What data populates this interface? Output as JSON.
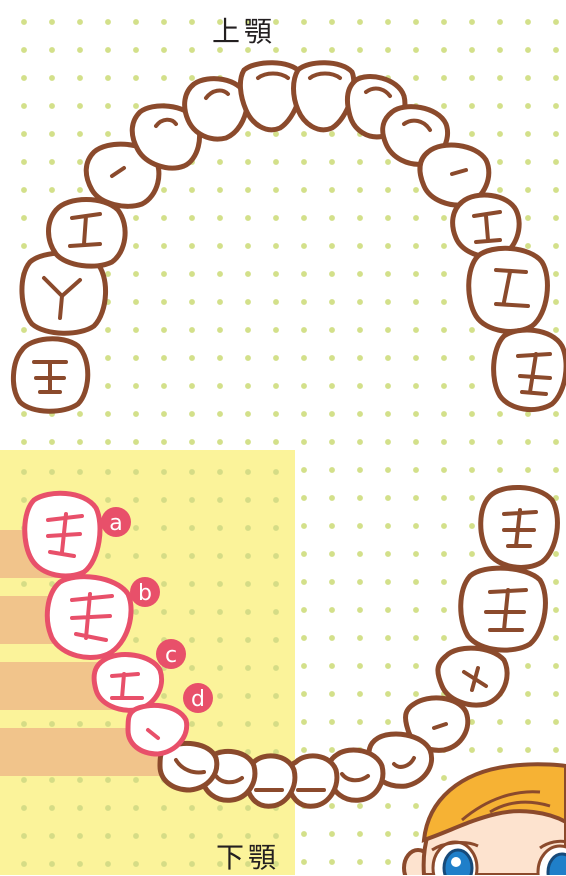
{
  "labels": {
    "upper_jaw": "上顎",
    "lower_jaw": "下顎"
  },
  "markers": [
    "a",
    "b",
    "c",
    "d"
  ],
  "colors": {
    "tooth_outline": "#8b4a2c",
    "highlight_outline": "#e8506a",
    "marker_fill": "#e8506a",
    "lower_zone": "#fbf39a",
    "band": "#f1c48b",
    "dot": "#d3e08a"
  }
}
